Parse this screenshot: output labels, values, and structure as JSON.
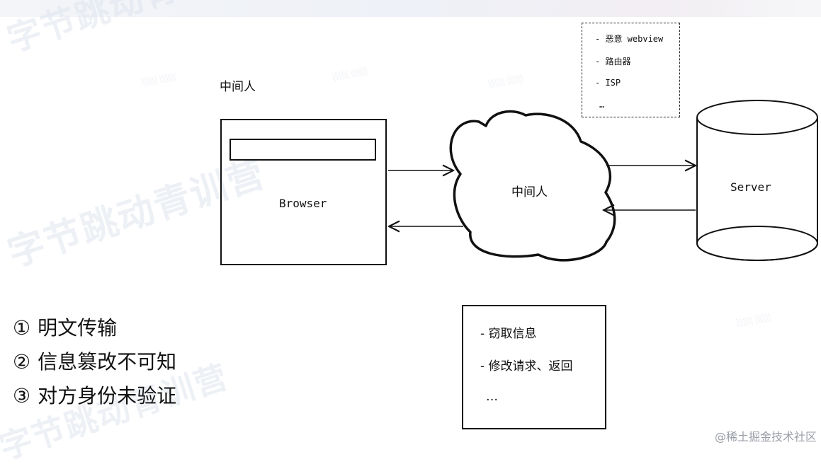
{
  "diagram": {
    "mitm_caption": "中间人",
    "browser_label": "Browser",
    "cloud_label": "中间人",
    "server_label": "Server",
    "attack_vectors": [
      "- 恶意 webview",
      "- 路由器",
      "- ISP",
      "…"
    ],
    "risks": [
      {
        "num": "①",
        "text": "明文传输"
      },
      {
        "num": "②",
        "text": "信息篡改不可知"
      },
      {
        "num": "③",
        "text": "对方身份未验证"
      }
    ],
    "capabilities": [
      "- 窃取信息",
      "- 修改请求、返回",
      "…"
    ]
  },
  "watermarks": [
    "字节跳动青训营",
    "字节跳动青训营",
    "字节跳动青训营"
  ],
  "credit": "@稀土掘金技术社区"
}
